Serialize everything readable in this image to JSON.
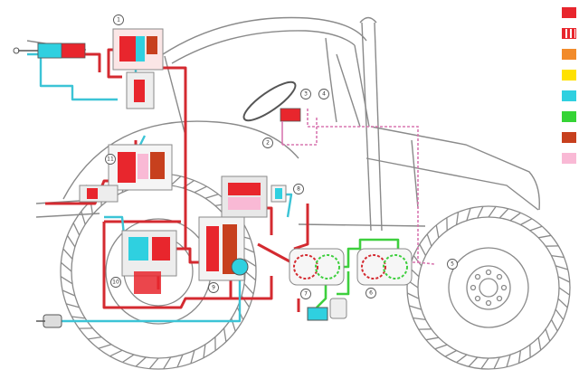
{
  "colors": {
    "outline": "#8a8a8a",
    "red_line": "#d42a30",
    "cyan_line": "#3cc4d6",
    "green_line": "#3ecf3e",
    "pink_line": "#d977b0",
    "dark_red": "#a8242a"
  },
  "legend": [
    {
      "color": "#e8262d",
      "pattern": "solid"
    },
    {
      "color": "#e8262d",
      "pattern": "striped"
    },
    {
      "color": "#f28b2a",
      "pattern": "solid"
    },
    {
      "color": "#ffe100",
      "pattern": "solid"
    },
    {
      "color": "#2fd0e0",
      "pattern": "solid"
    },
    {
      "color": "#35d435",
      "pattern": "solid"
    },
    {
      "color": "#c7401e",
      "pattern": "solid"
    },
    {
      "color": "#f9b9d5",
      "pattern": "solid"
    }
  ],
  "callouts": [
    {
      "label": "1"
    },
    {
      "label": "2"
    },
    {
      "label": "3"
    },
    {
      "label": "4"
    },
    {
      "label": "5"
    },
    {
      "label": "6"
    },
    {
      "label": "7"
    },
    {
      "label": "8"
    },
    {
      "label": "9"
    },
    {
      "label": "10"
    },
    {
      "label": "11"
    }
  ]
}
